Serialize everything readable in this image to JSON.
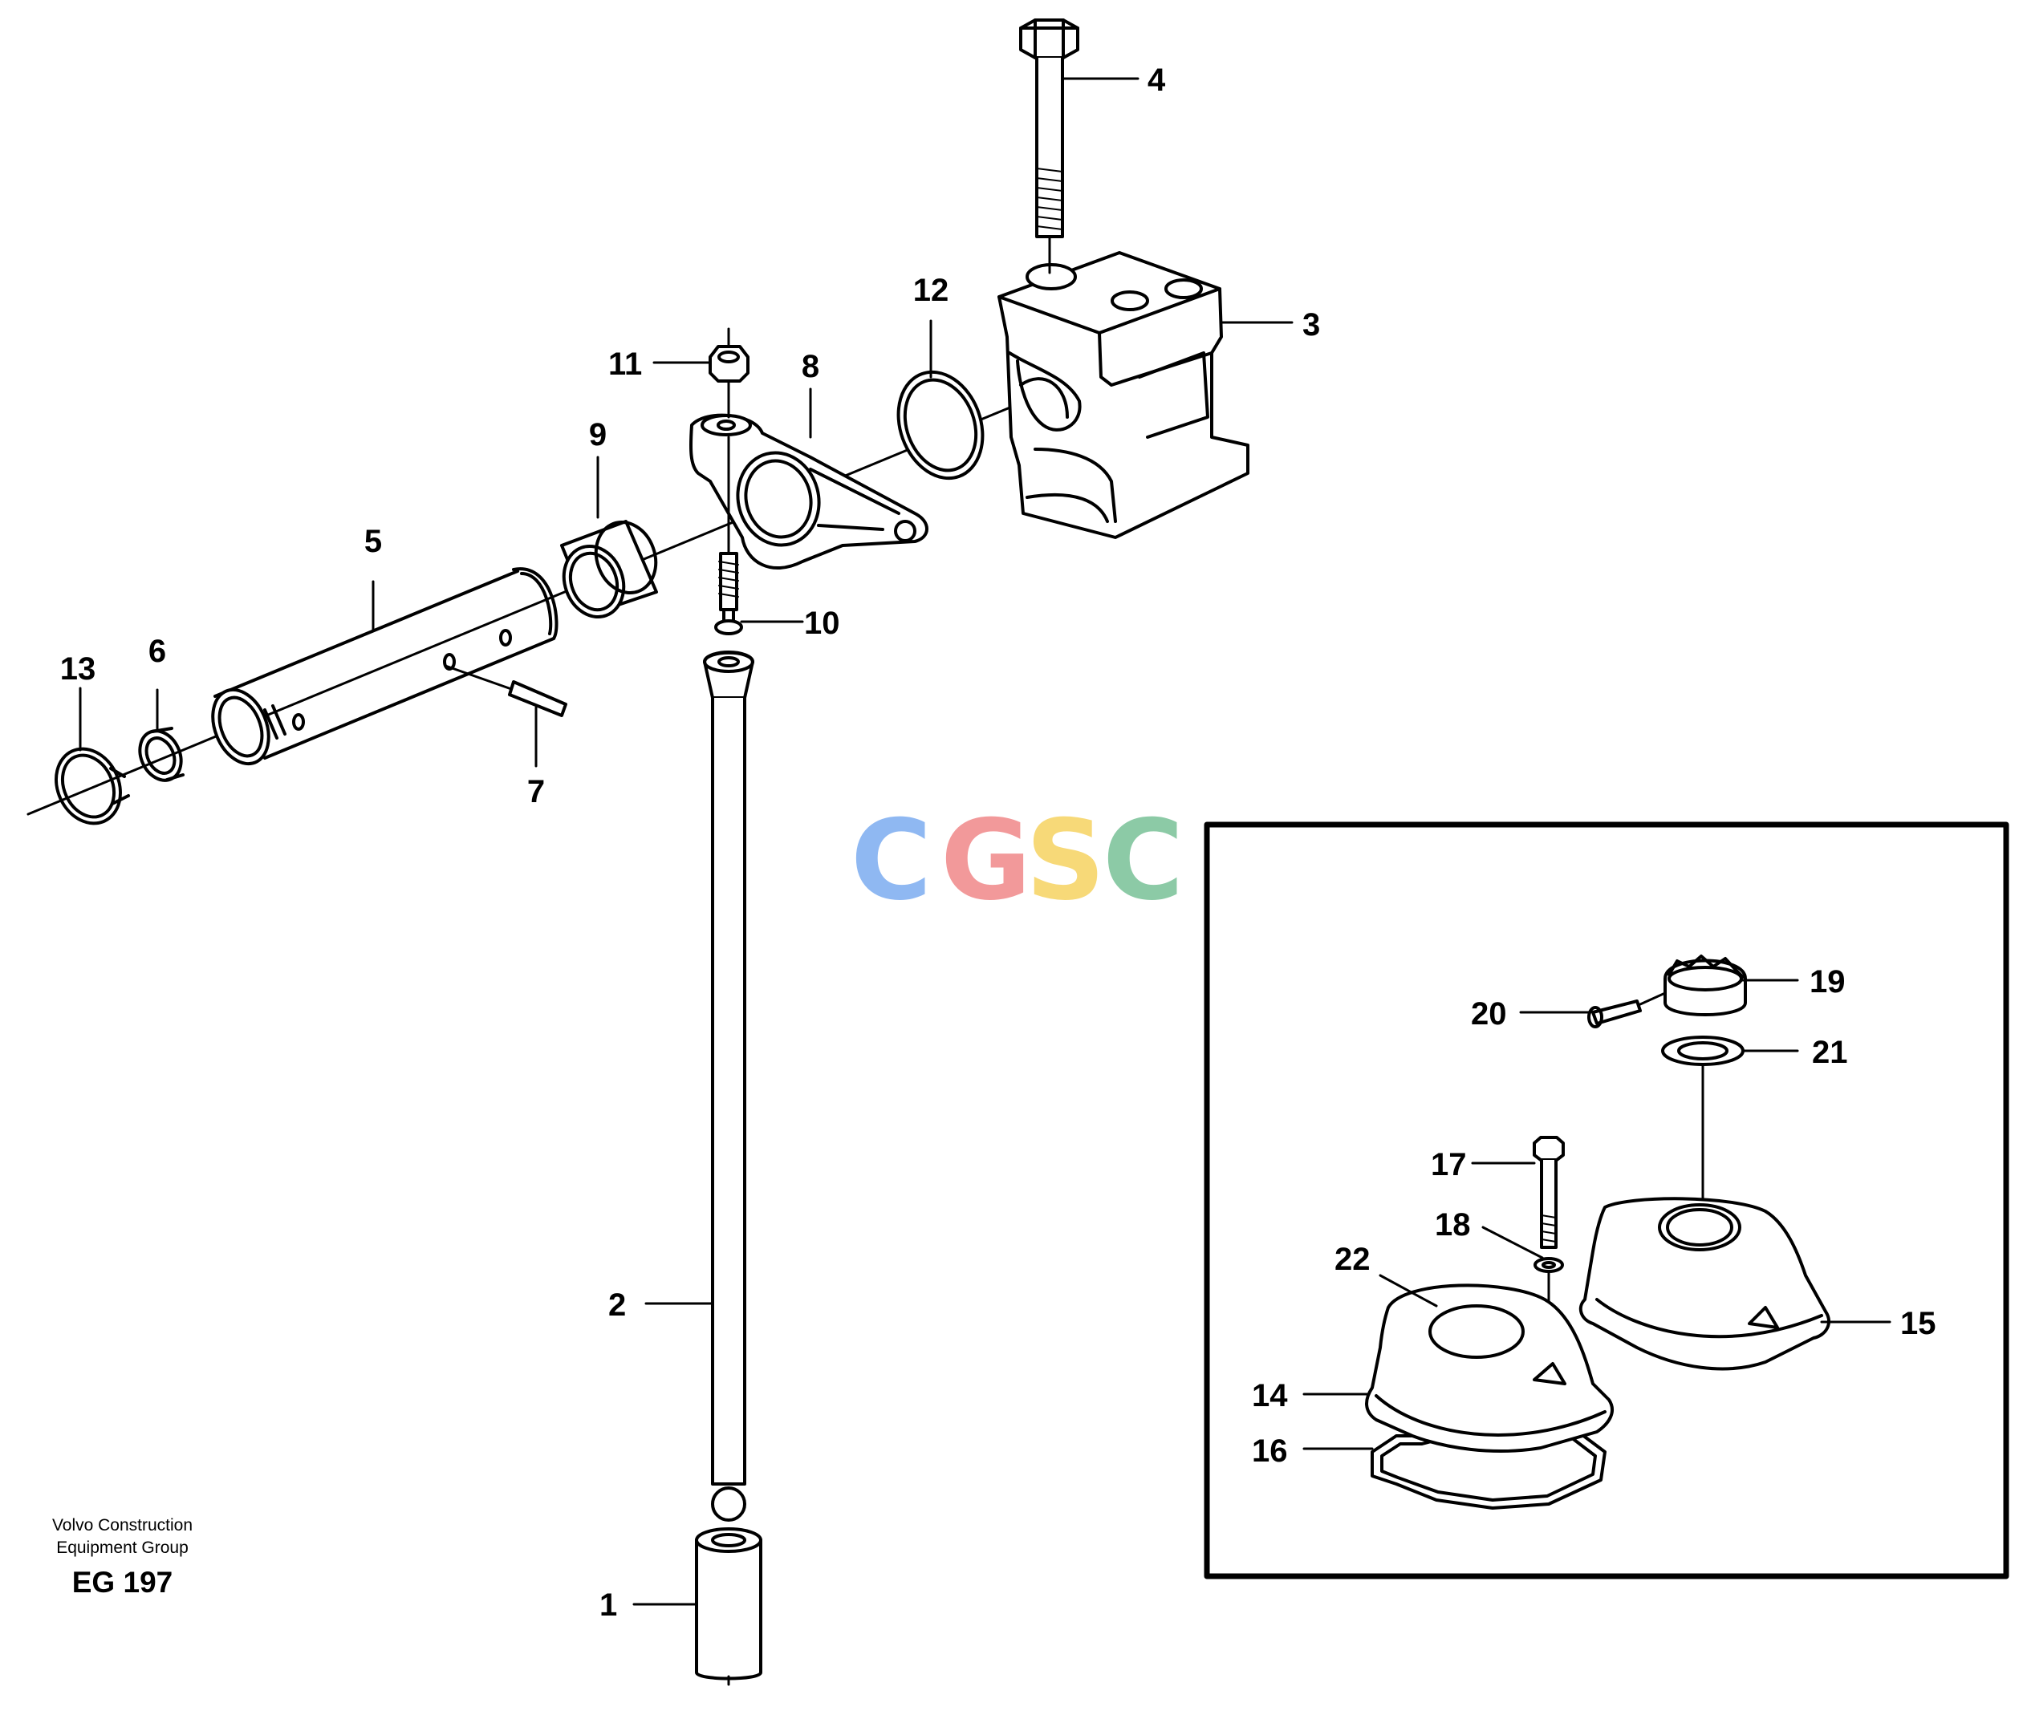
{
  "diagram": {
    "callouts": [
      "1",
      "2",
      "3",
      "4",
      "5",
      "6",
      "7",
      "8",
      "9",
      "10",
      "11",
      "12",
      "13",
      "14",
      "15",
      "16",
      "17",
      "18",
      "19",
      "20",
      "21",
      "22"
    ]
  },
  "footer": {
    "company_line1": "Volvo Construction",
    "company_line2": "Equipment Group",
    "code": "EG 197"
  },
  "watermark": {
    "letters": [
      "C",
      "G",
      "S",
      "C"
    ],
    "colors": [
      "#8fb8f2",
      "#f2999a",
      "#f7d978",
      "#8ccaa6"
    ]
  }
}
